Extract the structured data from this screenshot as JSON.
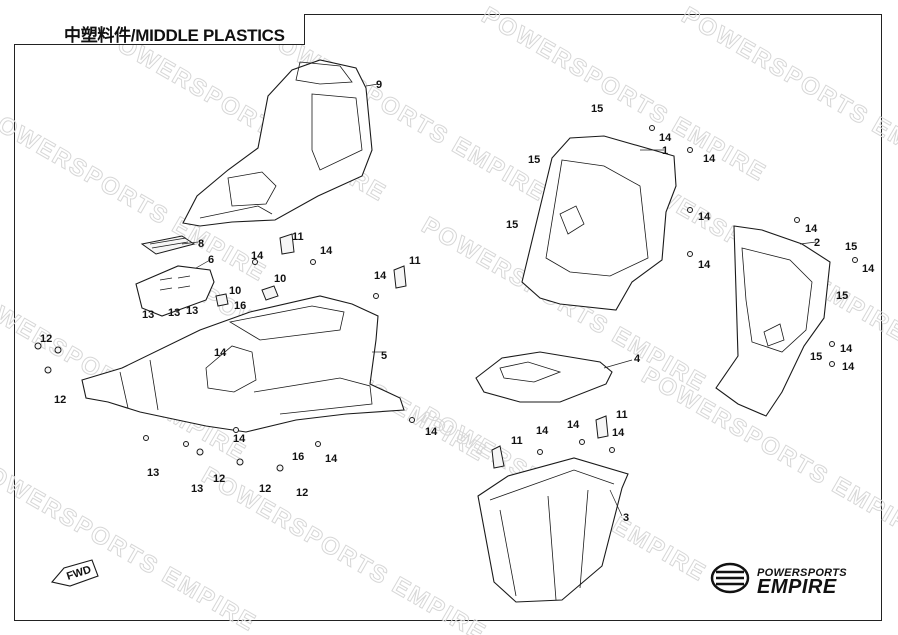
{
  "title": "中塑料件/MIDDLE PLASTICS",
  "watermark": "POWERSPORTS EMPIRE",
  "fwd_label": "FWD",
  "logo": {
    "line1": "POWERSPORTS",
    "line2": "EMPIRE"
  },
  "callouts": {
    "c1": "1",
    "c2": "2",
    "c3": "3",
    "c4": "4",
    "c5": "5",
    "c6": "6",
    "c8": "8",
    "c9": "9",
    "c10a": "10",
    "c10b": "10",
    "c11a": "11",
    "c11b": "11",
    "c11c": "11",
    "c11d": "11",
    "c12a": "12",
    "c12b": "12",
    "c12c": "12",
    "c12d": "12",
    "c12e": "12",
    "c13a": "13",
    "c13b": "13",
    "c13c": "13",
    "c13d": "13",
    "c13e": "13",
    "c14a": "14",
    "c14b": "14",
    "c14c": "14",
    "c14d": "14",
    "c14e": "14",
    "c14f": "14",
    "c14g": "14",
    "c14h": "14",
    "c14i": "14",
    "c14j": "14",
    "c14k": "14",
    "c14l": "14",
    "c14m": "14",
    "c14n": "14",
    "c14o": "14",
    "c14p": "14",
    "c14q": "14",
    "c14r": "14",
    "c15a": "15",
    "c15b": "15",
    "c15c": "15",
    "c15d": "15",
    "c15e": "15",
    "c15f": "15",
    "c16a": "16",
    "c16b": "16"
  }
}
